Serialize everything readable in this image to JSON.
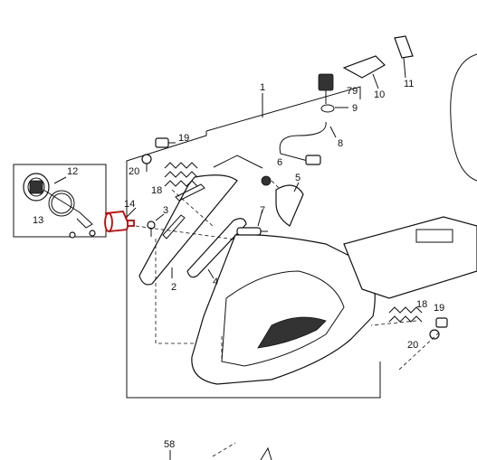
{
  "diagram": {
    "labels": {
      "p1": "1",
      "p2": "2",
      "p3": "3",
      "p4": "4",
      "p5": "5",
      "p6": "6",
      "p7": "7",
      "p8": "8",
      "p9": "9",
      "p10": "10",
      "p11": "11",
      "p12": "12",
      "p13": "13",
      "p14": "14",
      "p18a": "18",
      "p18b": "18",
      "p19a": "19",
      "p19b": "19",
      "p20a": "20",
      "p20b": "20",
      "p58": "58",
      "p79": "79"
    },
    "highlight_color": "#d40000",
    "highlighted_part": "14"
  }
}
